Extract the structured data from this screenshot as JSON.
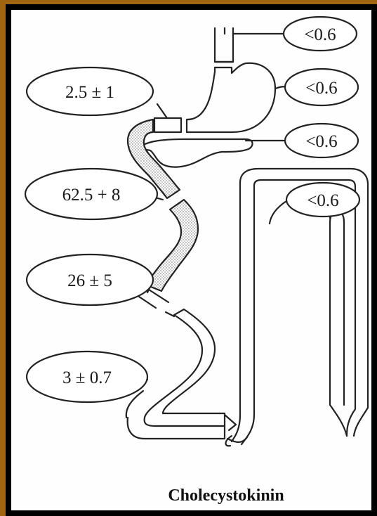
{
  "labels": {
    "esophagus": "<0.6",
    "stomach": "<0.6",
    "pancreas": "<0.6",
    "colon": "<0.6",
    "duodenal_bulb": "2.5 ± 1",
    "duodenum": "62.5 + 8",
    "jejunum": "26 ± 5",
    "ileum": "3 ± 0.7"
  },
  "caption": "Cholecystokinin",
  "colors": {
    "outer_frame": "#a0650f",
    "border": "#000000",
    "background": "#fefefe",
    "line": "#222222",
    "stipple": "#8a8a8a"
  }
}
